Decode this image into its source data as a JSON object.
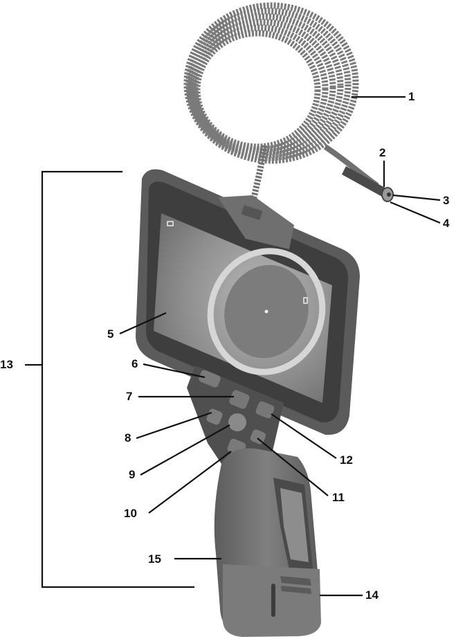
{
  "callouts": [
    {
      "id": "1",
      "label": "1"
    },
    {
      "id": "2",
      "label": "2"
    },
    {
      "id": "3",
      "label": "3"
    },
    {
      "id": "4",
      "label": "4"
    },
    {
      "id": "5",
      "label": "5"
    },
    {
      "id": "6",
      "label": "6"
    },
    {
      "id": "7",
      "label": "7"
    },
    {
      "id": "8",
      "label": "8"
    },
    {
      "id": "9",
      "label": "9"
    },
    {
      "id": "10",
      "label": "10"
    },
    {
      "id": "11",
      "label": "11"
    },
    {
      "id": "12",
      "label": "12"
    },
    {
      "id": "13",
      "label": "13"
    },
    {
      "id": "14",
      "label": "14"
    },
    {
      "id": "15",
      "label": "15"
    }
  ],
  "colors": {
    "body_dark": "#4a4a4a",
    "body_mid": "#6b6b6b",
    "body_light": "#8a8a8a",
    "screen": "#9a9a9a",
    "line": "#111111"
  }
}
